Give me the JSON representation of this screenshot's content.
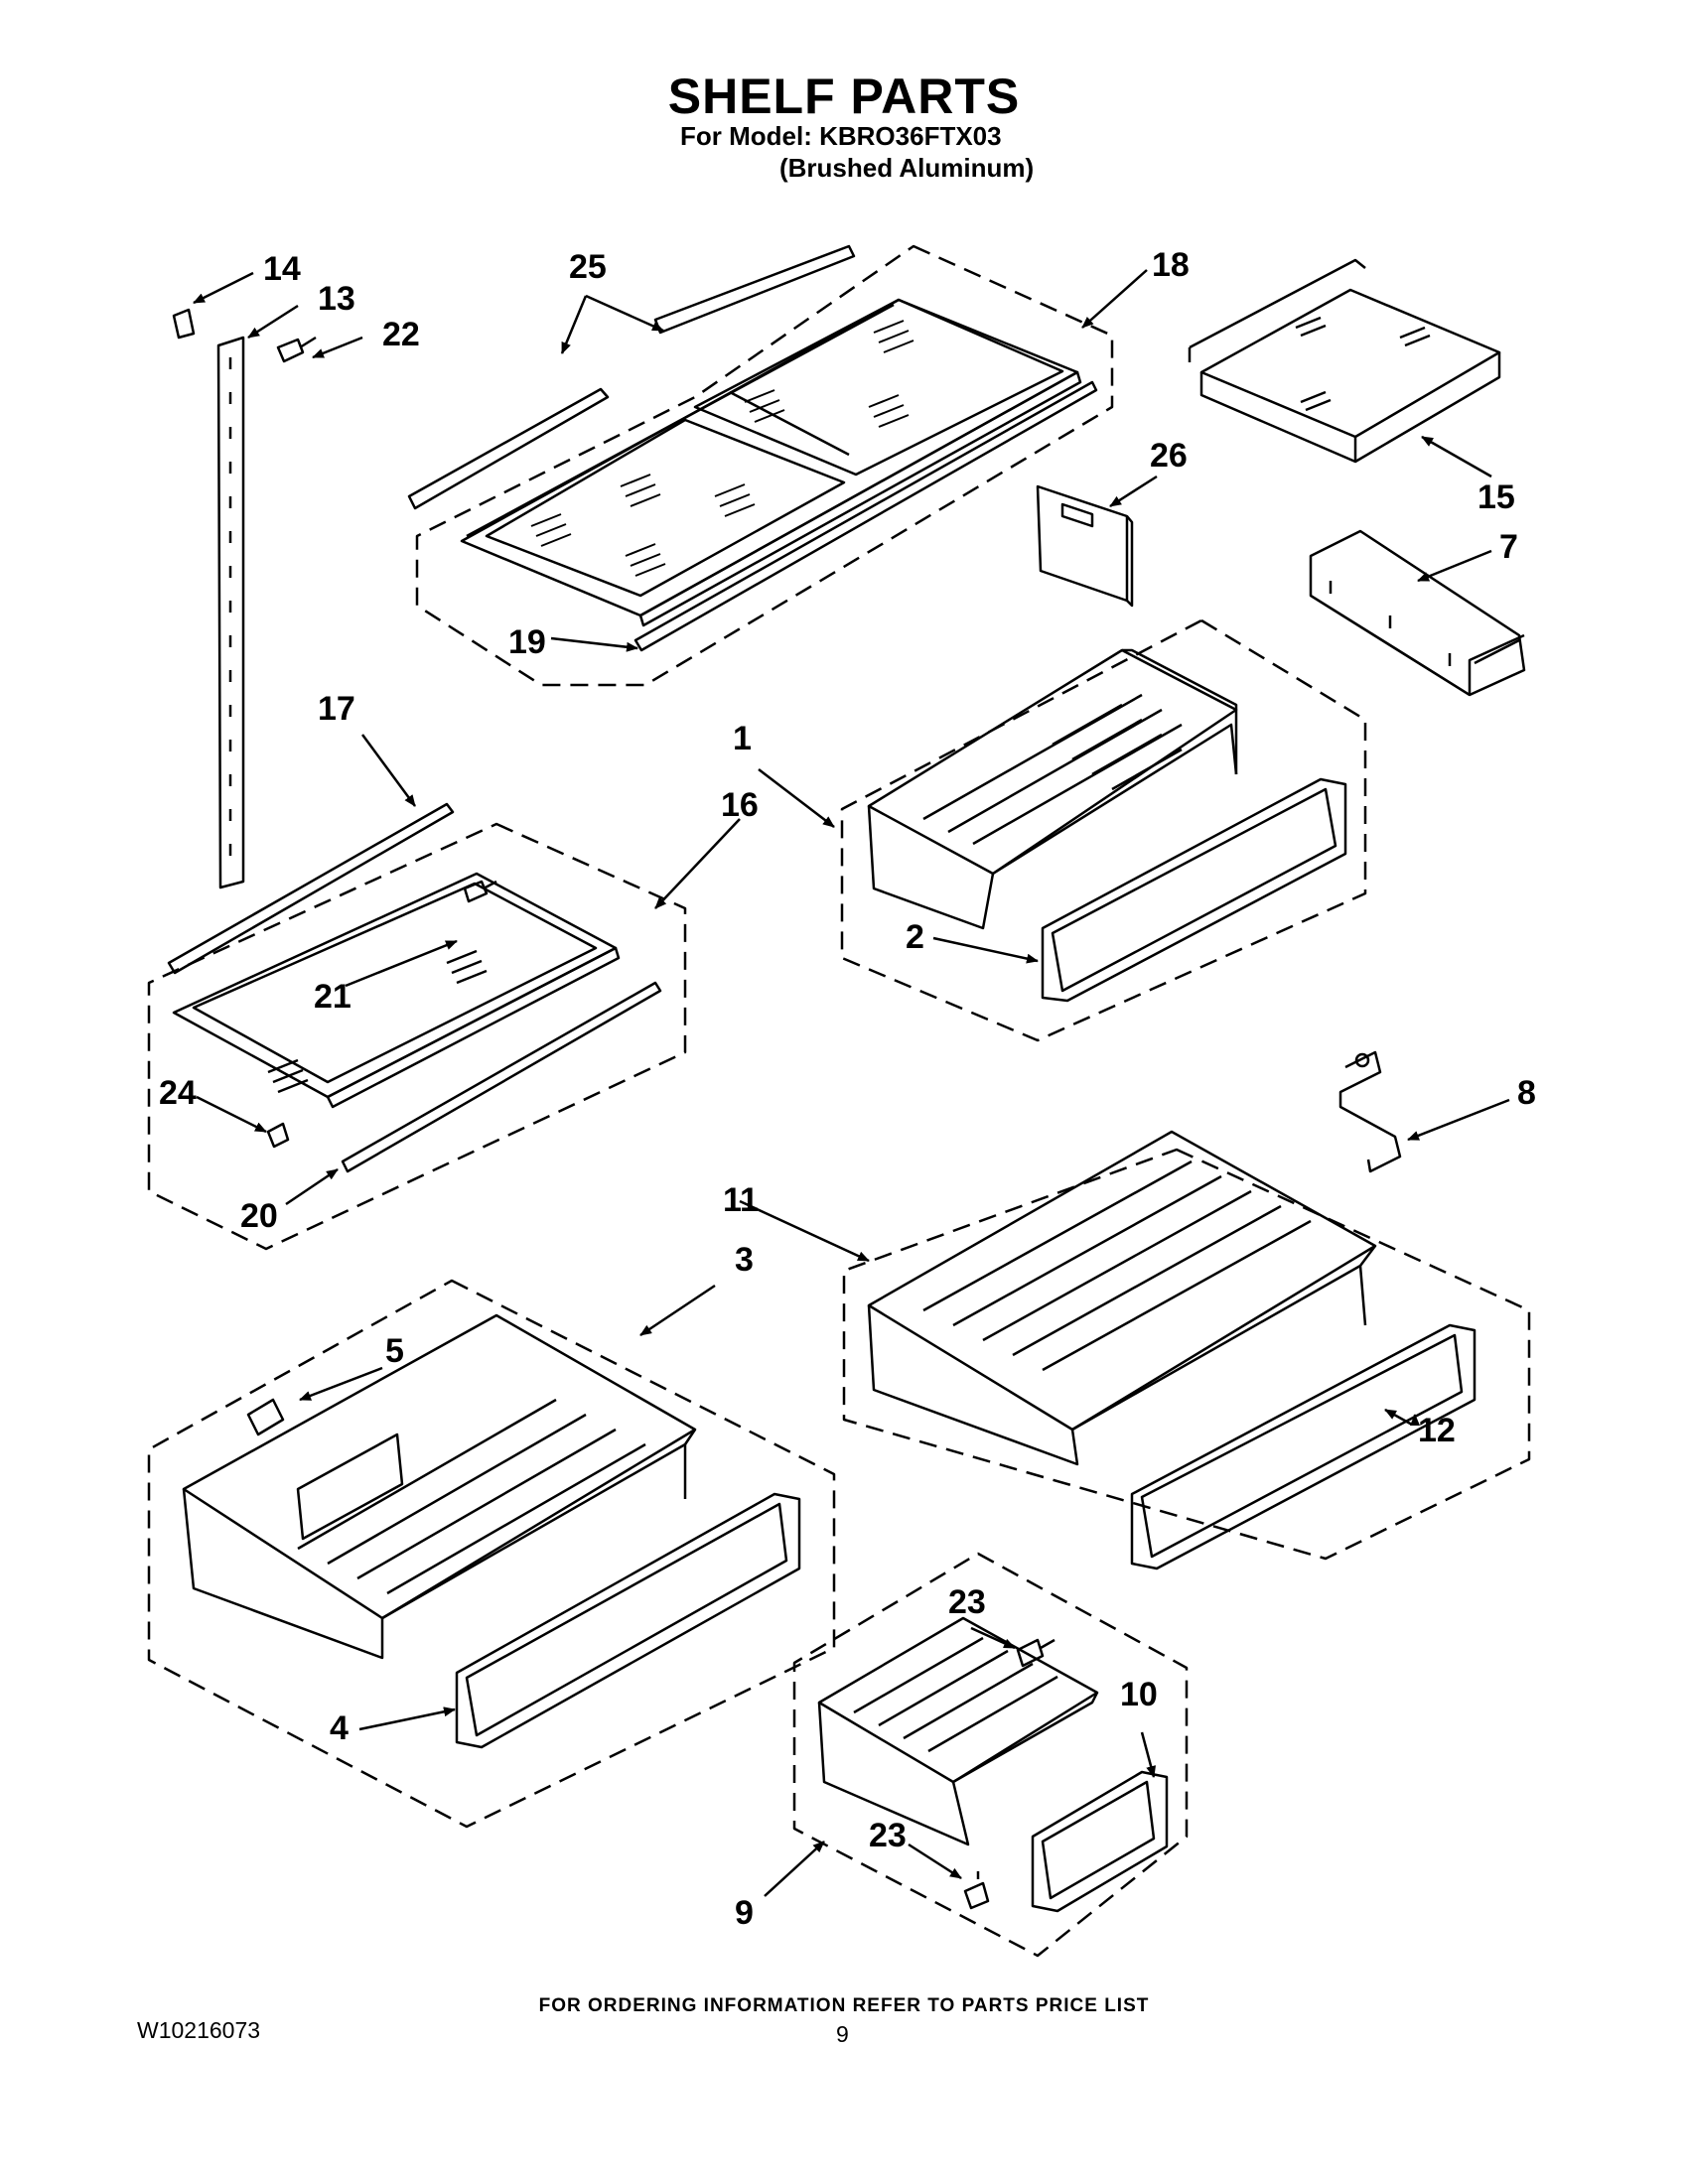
{
  "header": {
    "title": "SHELF PARTS",
    "model_line": "For Model: KBRO36FTX03",
    "finish_line": "(Brushed Aluminum)"
  },
  "callouts": {
    "c1": "1",
    "c2": "2",
    "c3": "3",
    "c4": "4",
    "c5": "5",
    "c7": "7",
    "c8": "8",
    "c9": "9",
    "c10": "10",
    "c11": "11",
    "c12": "12",
    "c13": "13",
    "c14": "14",
    "c15": "15",
    "c16": "16",
    "c17": "17",
    "c18": "18",
    "c19": "19",
    "c20": "20",
    "c21": "21",
    "c22": "22",
    "c23a": "23",
    "c23b": "23",
    "c24": "24",
    "c25": "25",
    "c26": "26"
  },
  "footer": {
    "ordering_note": "FOR ORDERING INFORMATION REFER TO PARTS PRICE LIST",
    "document_number": "W10216073",
    "page_number": "9"
  },
  "colors": {
    "line": "#000000",
    "background": "#ffffff"
  }
}
